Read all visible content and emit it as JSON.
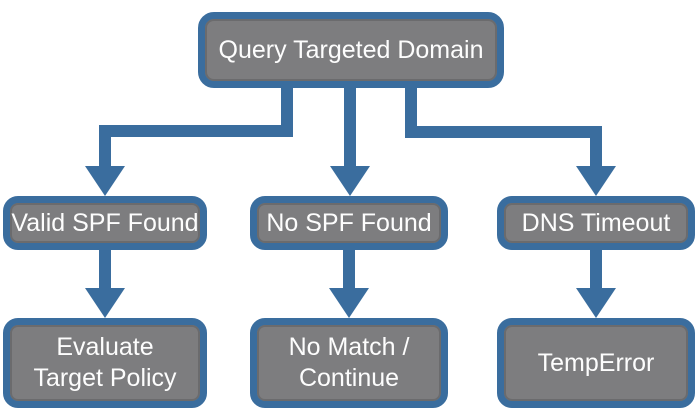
{
  "colors": {
    "node_fill": "#7d7d7f",
    "node_border": "#3a6d9e",
    "arrow": "#3a6d9e",
    "node_text": "#fdfdfd",
    "background": "#ffffff"
  },
  "nodes": {
    "root": {
      "label": "Query Targeted Domain"
    },
    "branches": [
      {
        "condition": "Valid SPF Found",
        "outcome": "Evaluate\nTarget Policy"
      },
      {
        "condition": "No SPF Found",
        "outcome": "No Match /\nContinue"
      },
      {
        "condition": "DNS Timeout",
        "outcome": "TempError"
      }
    ]
  }
}
